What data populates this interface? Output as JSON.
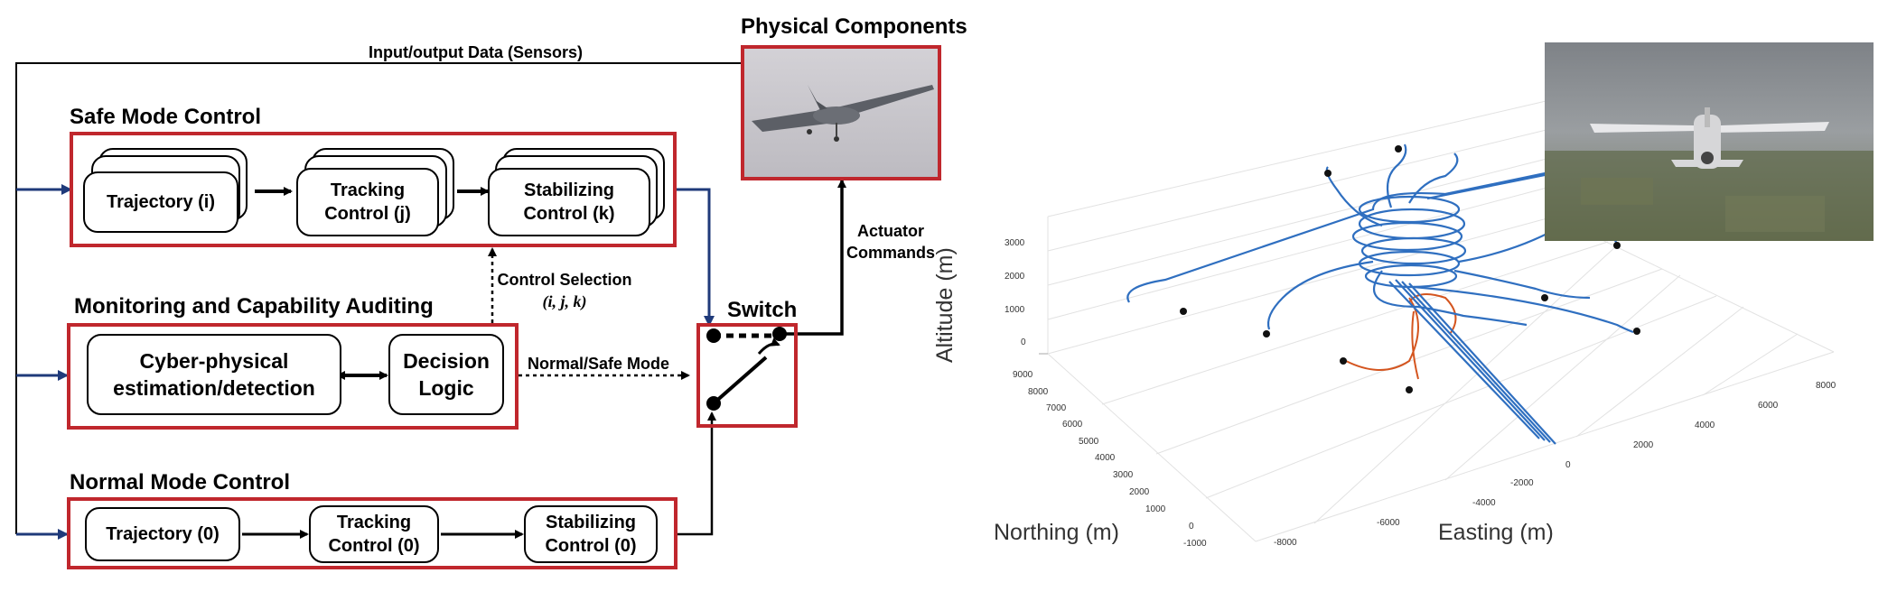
{
  "diagram": {
    "physical_title": "Physical Components",
    "io_label": "Input/output Data (Sensors)",
    "safe_title": "Safe Mode Control",
    "monitor_title": "Monitoring and Capability Auditing",
    "normal_title": "Normal Mode Control",
    "switch_label": "Switch",
    "actuator_label_1": "Actuator",
    "actuator_label_2": "Commands",
    "control_selection_1": "Control Selection",
    "control_selection_2": "(i, j, k)",
    "normal_safe_label": "Normal/Safe Mode",
    "safe_blocks": {
      "traj_1": "Trajectory (i)",
      "track_1": "Tracking",
      "track_2": "Control (j)",
      "stab_1": "Stabilizing",
      "stab_2": "Control (k)"
    },
    "monitor_blocks": {
      "cyber_1": "Cyber-physical",
      "cyber_2": "estimation/detection",
      "decision_1": "Decision",
      "decision_2": "Logic"
    },
    "normal_blocks": {
      "traj_1": "Trajectory (0)",
      "track_1": "Tracking",
      "track_2": "Control (0)",
      "stab_1": "Stabilizing",
      "stab_2": "Control (0)"
    },
    "colors": {
      "red_box": "#c0272d",
      "input_arrow": "#1f3a7a"
    }
  },
  "plot": {
    "zlabel": "Altitude (m)",
    "ylabel": "Northing (m)",
    "xlabel": "Easting (m)",
    "z_ticks": [
      "3000",
      "2000",
      "1000",
      "0"
    ],
    "y_ticks": [
      "9000",
      "8000",
      "7000",
      "6000",
      "5000",
      "4000",
      "3000",
      "2000",
      "1000",
      "0",
      "-1000"
    ],
    "x_ticks_front": [
      "-8000",
      "-6000",
      "-4000",
      "-2000",
      "0"
    ],
    "x_ticks_right": [
      "2000",
      "4000",
      "6000",
      "8000"
    ],
    "colors": {
      "trajectory_blue": "#2f6fc0",
      "trajectory_orange": "#d4551f"
    }
  }
}
